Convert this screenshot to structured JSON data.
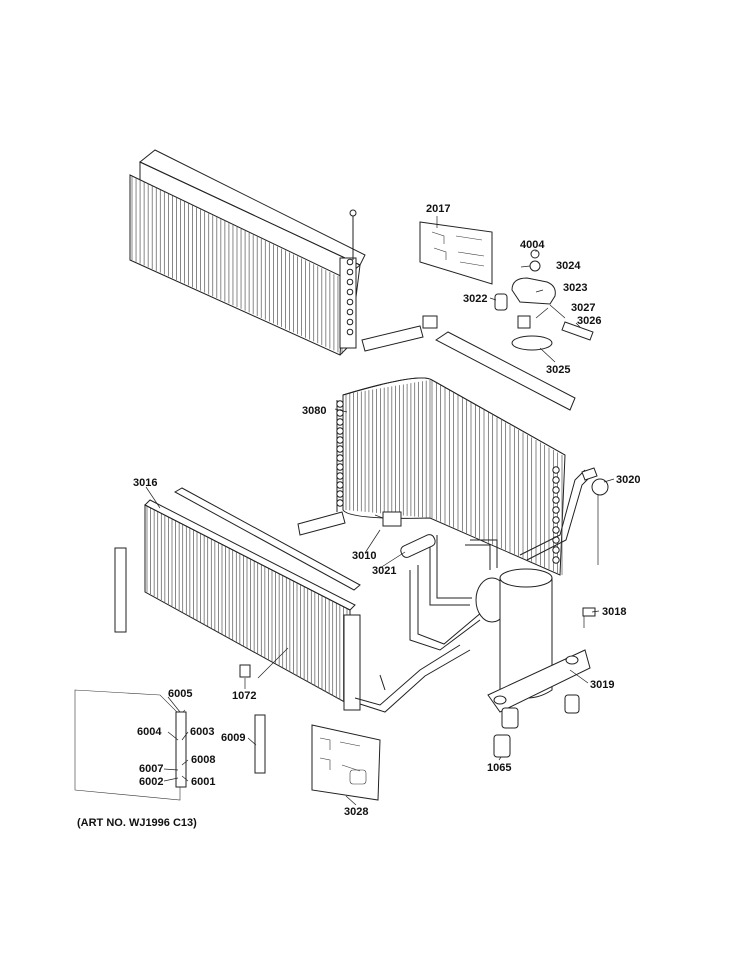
{
  "callouts": {
    "c2017": "2017",
    "c4004": "4004",
    "c3024": "3024",
    "c3023": "3023",
    "c3022": "3022",
    "c3027": "3027",
    "c3026": "3026",
    "c3025": "3025",
    "c3080": "3080",
    "c3020": "3020",
    "c3016": "3016",
    "c3010": "3010",
    "c3021": "3021",
    "c3018": "3018",
    "c3019": "3019",
    "c1072": "1072",
    "c6005": "6005",
    "c6004": "6004",
    "c6003": "6003",
    "c6009": "6009",
    "c6008": "6008",
    "c6007": "6007",
    "c6002": "6002",
    "c6001": "6001",
    "c1065": "1065",
    "c3028": "3028"
  },
  "caption": "(ART NO. WJ1996 C13)"
}
